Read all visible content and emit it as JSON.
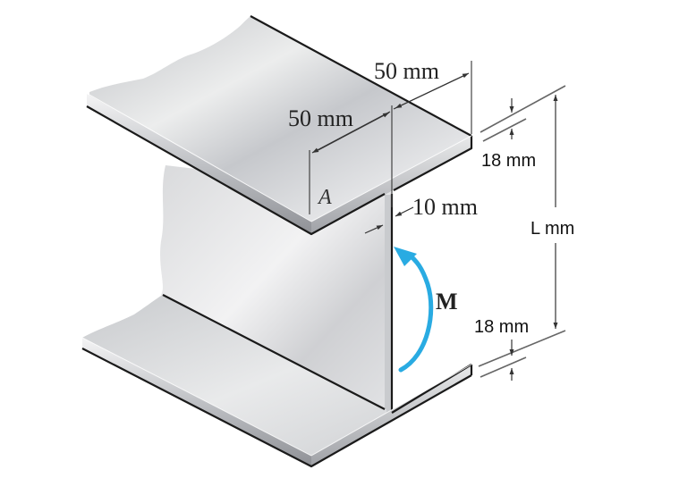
{
  "figure": {
    "description": "Isometric view of a steel wide-flange (I) beam section with dimensions and applied moment M",
    "labels": {
      "top_flange_half_width_right": "50 mm",
      "top_flange_half_width_left": "50 mm",
      "point_label": "A",
      "web_thickness": "10 mm",
      "top_flange_thickness": "18 mm",
      "total_height": "L mm",
      "bottom_flange_thickness": "18 mm",
      "moment_label": "M"
    },
    "colors": {
      "moment_arrow": "#29abe2",
      "steel_light": "#e6e7e9",
      "steel_mid": "#c3c5c9",
      "steel_dark": "#a6a8ad",
      "edge_line": "#1a1a1a"
    }
  }
}
